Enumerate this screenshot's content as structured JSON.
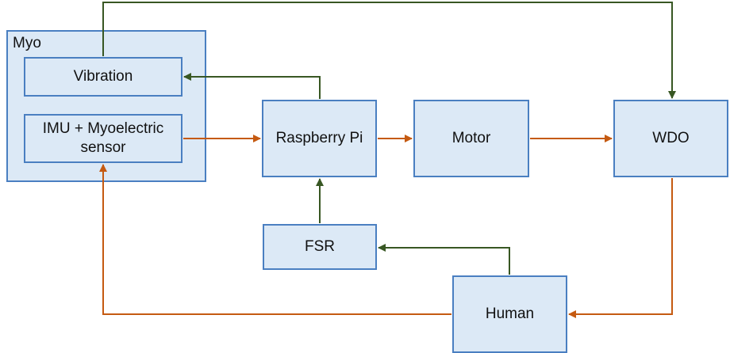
{
  "diagram": {
    "group": {
      "label": "Myo"
    },
    "nodes": {
      "vibration": "Vibration",
      "imu": "IMU + Myoelectric sensor",
      "raspberry_pi": "Raspberry Pi",
      "motor": "Motor",
      "wdo": "WDO",
      "fsr": "FSR",
      "human": "Human"
    },
    "edges": [
      {
        "from": "imu",
        "to": "raspberry_pi",
        "color": "orange"
      },
      {
        "from": "raspberry_pi",
        "to": "motor",
        "color": "orange"
      },
      {
        "from": "motor",
        "to": "wdo",
        "color": "orange"
      },
      {
        "from": "wdo",
        "to": "human",
        "color": "orange"
      },
      {
        "from": "human",
        "to": "imu",
        "color": "orange"
      },
      {
        "from": "raspberry_pi",
        "to": "vibration",
        "color": "green"
      },
      {
        "from": "vibration",
        "to": "wdo",
        "color": "green"
      },
      {
        "from": "fsr",
        "to": "raspberry_pi",
        "color": "green"
      },
      {
        "from": "human",
        "to": "fsr",
        "color": "green"
      }
    ]
  },
  "colors": {
    "orange": "#c55a11",
    "green": "#385723",
    "box_fill": "#dce9f6",
    "box_border": "#4a7fc1"
  }
}
